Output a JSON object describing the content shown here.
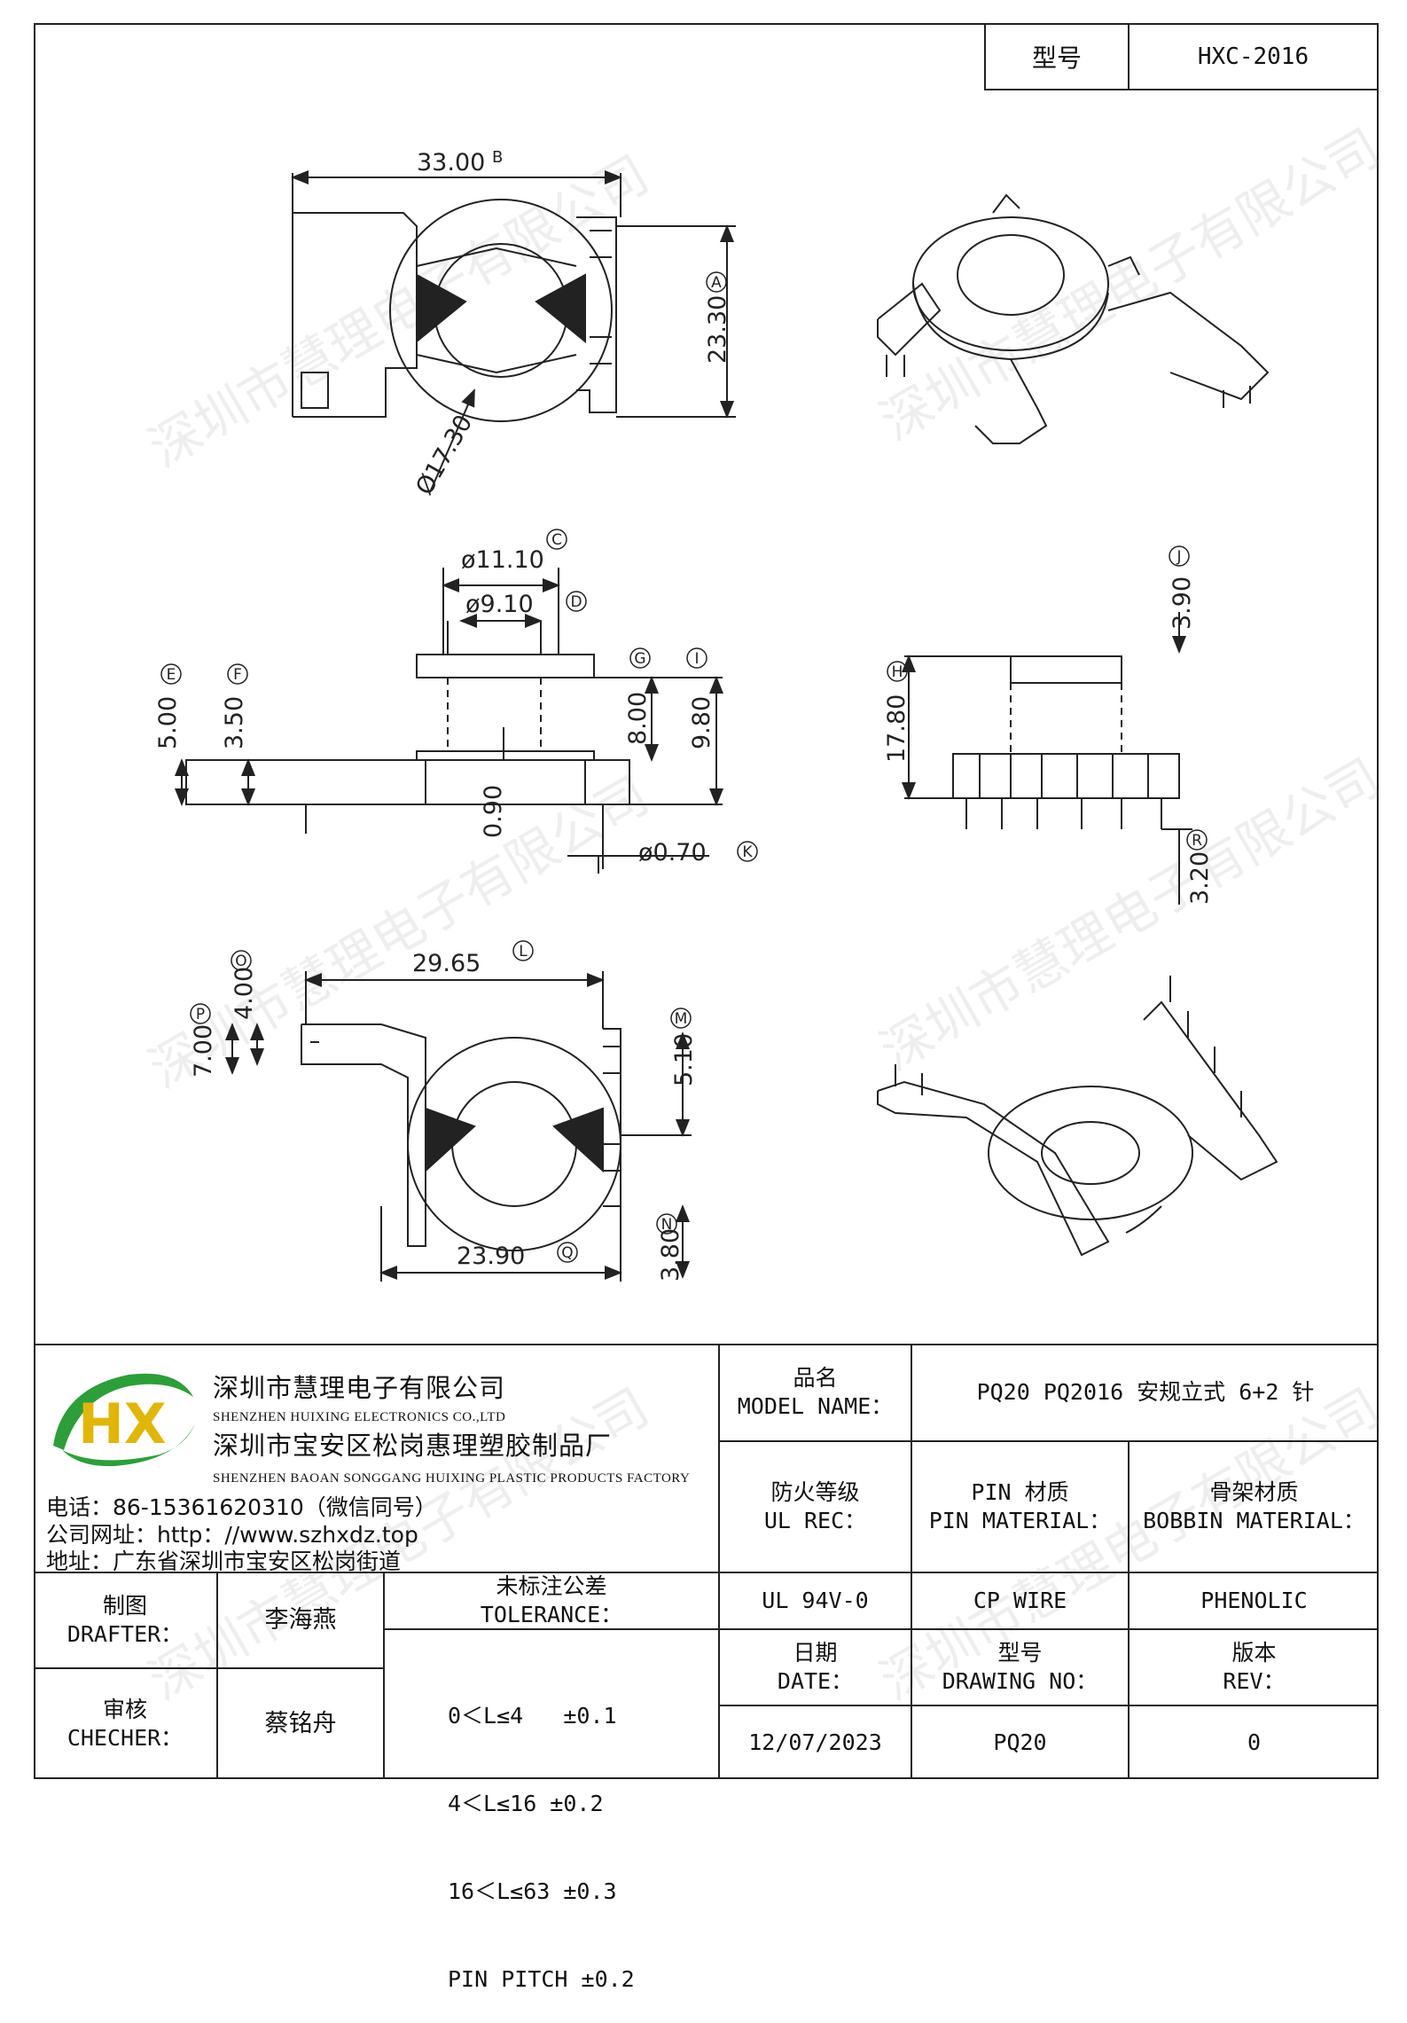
{
  "header": {
    "label": "型号",
    "model": "HXC-2016"
  },
  "dimensions": {
    "d_b": "33.00",
    "d_a": "23.30",
    "d_dia": "Ø17.30",
    "d_c": "ø11.10",
    "d_d": "ø9.10",
    "d_e": "5.00",
    "d_f": "3.50",
    "d_g": "8.00",
    "d_i": "9.80",
    "d_090": "0.90",
    "d_k": "ø0.70",
    "d_j": "3.90",
    "d_h": "17.80",
    "d_r": "3.20",
    "d_l": "29.65",
    "d_o": "4.00",
    "d_p": "7.00",
    "d_m": "5.10",
    "d_q": "23.90",
    "d_n": "3.80"
  },
  "markers": {
    "a": "A",
    "b": "B",
    "c": "C",
    "d": "D",
    "e": "E",
    "f": "F",
    "g": "G",
    "i": "I",
    "k": "K",
    "j": "J",
    "h": "H",
    "r": "R",
    "l": "L",
    "o": "O",
    "p": "P",
    "m": "M",
    "q": "Q",
    "n": "N"
  },
  "watermark": "深圳市慧理电子有限公司",
  "company": {
    "logo_text": "HX",
    "name_cn": "深圳市慧理电子有限公司",
    "name_en": "SHENZHEN HUIXING ELECTRONICS CO.,LTD",
    "factory_cn": "深圳市宝安区松岗惠理塑胶制品厂",
    "factory_en": "SHENZHEN BAOAN SONGGANG HUIXING PLASTIC PRODUCTS FACTORY",
    "phone": "电话：86-15361620310（微信同号）",
    "web": "公司网址：http：//www.szhxdz.top",
    "address": "地址：广东省深圳市宝安区松岗街道"
  },
  "titleblock": {
    "model_name_cn": "品名",
    "model_name_en": "MODEL NAME：",
    "model_name_value": "PQ20 PQ2016 安规立式 6+2 针",
    "ul_cn": "防火等级",
    "ul_en": "UL REC：",
    "pin_cn": "PIN 材质",
    "pin_en": "PIN MATERIAL：",
    "bobbin_cn": "骨架材质",
    "bobbin_en": "BOBBIN MATERIAL：",
    "ul_value": "UL 94V-0",
    "pin_value": "CP WIRE",
    "bobbin_value": "PHENOLIC",
    "drafter_cn": "制图",
    "drafter_en": "DRAFTER：",
    "drafter_name": "李海燕",
    "checker_cn": "审核",
    "checker_en": "CHECHER：",
    "checker_name": "蔡铭舟",
    "tol_cn": "未标注公差",
    "tol_en": "TOLERANCE：",
    "tol_lines": [
      "0＜L≤4   ±0.1",
      "4＜L≤16 ±0.2",
      "16＜L≤63 ±0.3",
      "PIN PITCH ±0.2"
    ],
    "date_cn": "日期",
    "date_en": "DATE：",
    "drawing_cn": "型号",
    "drawing_en": "DRAWING NO：",
    "rev_cn": "版本",
    "rev_en": "REV：",
    "date_value": "12/07/2023",
    "drawing_value": "PQ20",
    "rev_value": "0"
  }
}
